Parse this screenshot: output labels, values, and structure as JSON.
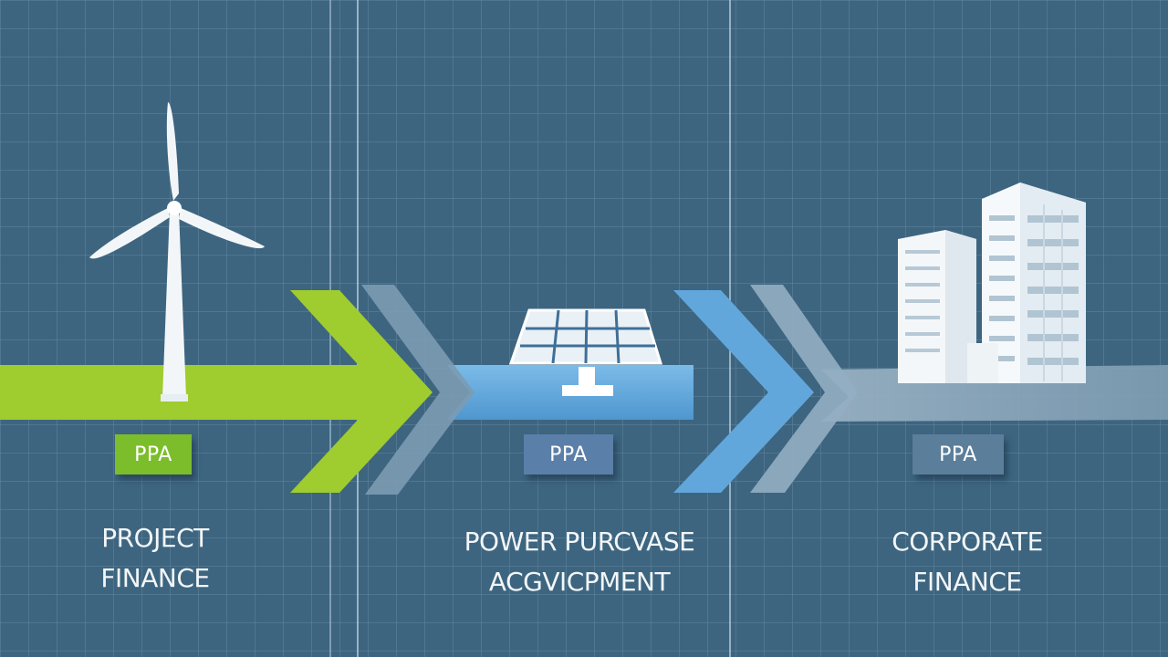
{
  "stages": [
    {
      "id": "project-finance",
      "tag": "PPA",
      "label_lines": [
        "PROJECT",
        "FINANCE"
      ],
      "icon": "wind-turbine-icon",
      "color": "#9fcc2e"
    },
    {
      "id": "power-purchase-agreement",
      "tag": "PPA",
      "label_lines": [
        "POWER PURCVASE",
        "ACGVICPMENT"
      ],
      "icon": "solar-panel-icon",
      "color": "#62a7dc"
    },
    {
      "id": "corporate-finance",
      "tag": "PPA",
      "label_lines": [
        "CORPORATE",
        "FINANCE"
      ],
      "icon": "office-building-icon",
      "color": "#8fa9bc"
    }
  ],
  "colors": {
    "background": "#3d6580",
    "grid_line": "#6f93aa",
    "green_arrow": "#9fcc2e",
    "blue_arrow": "#62a7dc",
    "grey_arrow": "#8fa9bc"
  }
}
